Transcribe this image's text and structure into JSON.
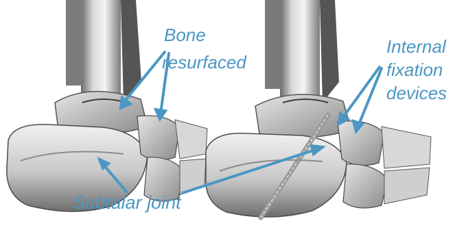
{
  "labels": {
    "bone_line1": "Bone",
    "bone_line2": "resurfaced",
    "fixation_line1": "Internal",
    "fixation_line2": "fixation",
    "fixation_line3": "devices",
    "subtalar": "Subtalar joint"
  },
  "colors": {
    "annotation": "#4a97c2",
    "bone_light": "#f2f2f2",
    "bone_mid": "#bdbdbd",
    "bone_dark": "#5a5a5a"
  }
}
